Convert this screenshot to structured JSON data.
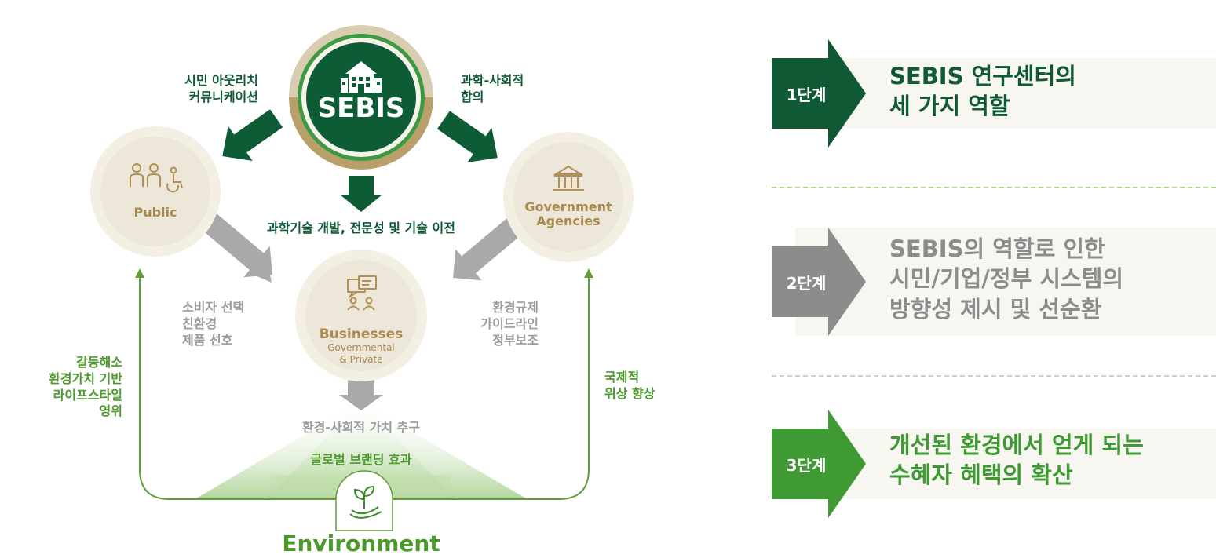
{
  "center": {
    "name": "SEBIS",
    "icon": "building-icon"
  },
  "arrows": {
    "left_label": [
      "시민 아웃리치",
      "커뮤니케이션"
    ],
    "right_label": [
      "과학-사회적",
      "합의"
    ],
    "center_label": "과학기술 개발, 전문성 및 기술 이전"
  },
  "nodes": {
    "public": {
      "label": "Public",
      "icon": "people-icon"
    },
    "government": {
      "label_line1": "Government",
      "label_line2": "Agencies",
      "icon": "government-building-icon"
    },
    "businesses": {
      "label": "Businesses",
      "sub_line1": "Governmental",
      "sub_line2": "& Private",
      "icon": "chat-people-icon"
    }
  },
  "gray_labels": {
    "left": [
      "소비자 선택",
      "친환경",
      "제품 선호"
    ],
    "right": [
      "환경규제",
      "가이드라인",
      "정부보조"
    ],
    "bottom": "환경-사회적 가치 추구"
  },
  "green_labels": {
    "left": [
      "갈등해소",
      "환경가치 기반",
      "라이프스타일",
      "영위"
    ],
    "right": [
      "국제적",
      "위상 향상"
    ],
    "bottom": "글로벌 브랜딩 효과"
  },
  "environment": {
    "label": "Environment",
    "icon": "sprout-hand-icon"
  },
  "steps": [
    {
      "badge": "1단계",
      "line1": "SEBIS 연구센터의",
      "line2": "세 가지 역할",
      "line3": "",
      "color": "#0f5a35"
    },
    {
      "badge": "2단계",
      "line1": "SEBIS의 역할로 인한",
      "line2": "시민/기업/정부 시스템의",
      "line3": "방향성 제시 및 선순환",
      "color": "#8c8c8c"
    },
    {
      "badge": "3단계",
      "line1": "개선된 환경에서 얻게 되는",
      "line2": "수혜자 혜택의 확산",
      "line3": "",
      "color": "#3f9a34"
    }
  ],
  "colors": {
    "dark_green": "#0f5a35",
    "light_green": "#4d9a2c",
    "gray": "#9b9b9b",
    "gold": "#a8894e",
    "circle_bg": "#efeadb"
  }
}
